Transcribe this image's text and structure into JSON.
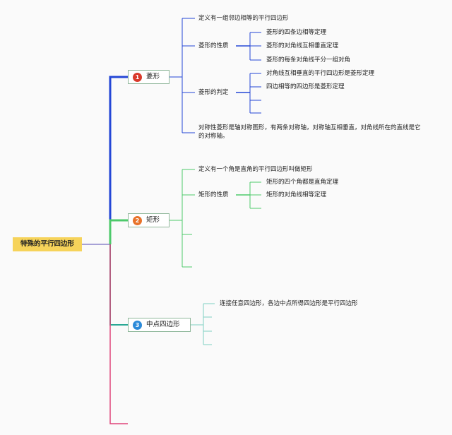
{
  "root": {
    "label": "特殊的平行四边形"
  },
  "branches": [
    {
      "num": "1",
      "num_color": "#d93a2b",
      "label": "菱形",
      "def": "定义有一组邻边相等的平行四边形",
      "prop_label": "菱形的性质",
      "props": [
        "菱形的四条边相等定理",
        "菱形的对角线互相垂直定理",
        "菱形的每条对角线平分一组对角"
      ],
      "judge_label": "菱形的判定",
      "judges": [
        "对角线互相垂直的平行四边形是菱形定理",
        "四边相等的四边形是菱形定理"
      ],
      "symmetry": "对称性菱形是轴对称图形，有两条对称轴，对称轴互相垂直，对角线所在的直线是它的对称轴。"
    },
    {
      "num": "2",
      "num_color": "#e8732a",
      "label": "矩形",
      "def": "定义有一个角是直角的平行四边形叫做矩形",
      "prop_label": "矩形的性质",
      "props": [
        "矩形的四个角都是直角定理",
        "矩形的对角线相等定理"
      ]
    },
    {
      "num": "3",
      "num_color": "#2b8ad9",
      "label": "中点四边形",
      "text": "连接任意四边形，各边中点所得四边形是平行四边形"
    }
  ],
  "colors": {
    "rhombus": "#2447d6",
    "rectangle": "#4dc96b",
    "midpoint": "#2aa895",
    "pink": "#e0457a",
    "root_fill": "#f6d35a"
  }
}
